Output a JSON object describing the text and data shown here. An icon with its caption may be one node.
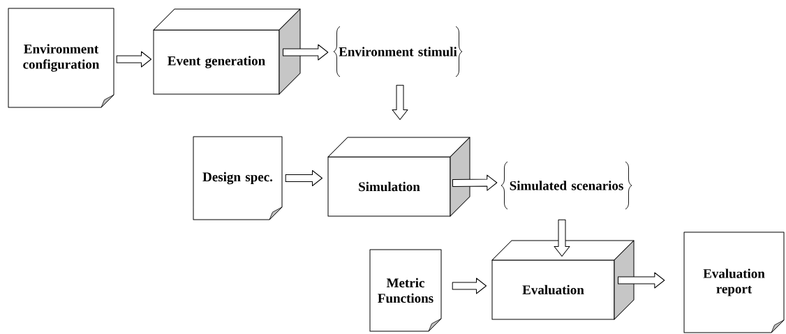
{
  "diagram": {
    "nodes": [
      {
        "text": [
          "Environment configuration"
        ]
      },
      {
        "text": [
          "Event generation"
        ]
      },
      {
        "text": [
          "Environment stimuli"
        ]
      },
      {
        "text": [
          "Design spec."
        ]
      },
      {
        "text": [
          "Simulation"
        ]
      },
      {
        "text": [
          "Simulated scenarios"
        ]
      },
      {
        "text": [
          "Metric Functions"
        ]
      },
      {
        "text": [
          "Evaluation"
        ]
      },
      {
        "text": [
          "Evaluation report"
        ]
      }
    ],
    "edges": [
      {
        "from": 0,
        "to": 1,
        "arrow": "to"
      },
      {
        "from": 1,
        "to": 2,
        "arrow": "to"
      },
      {
        "from": 2,
        "to": 4,
        "arrow": "to"
      },
      {
        "from": 3,
        "to": 4,
        "arrow": "to"
      },
      {
        "from": 4,
        "to": 5,
        "arrow": "to"
      },
      {
        "from": 5,
        "to": 7,
        "arrow": "to"
      },
      {
        "from": 6,
        "to": 7,
        "arrow": "to"
      },
      {
        "from": 7,
        "to": 8,
        "arrow": "to"
      }
    ]
  }
}
